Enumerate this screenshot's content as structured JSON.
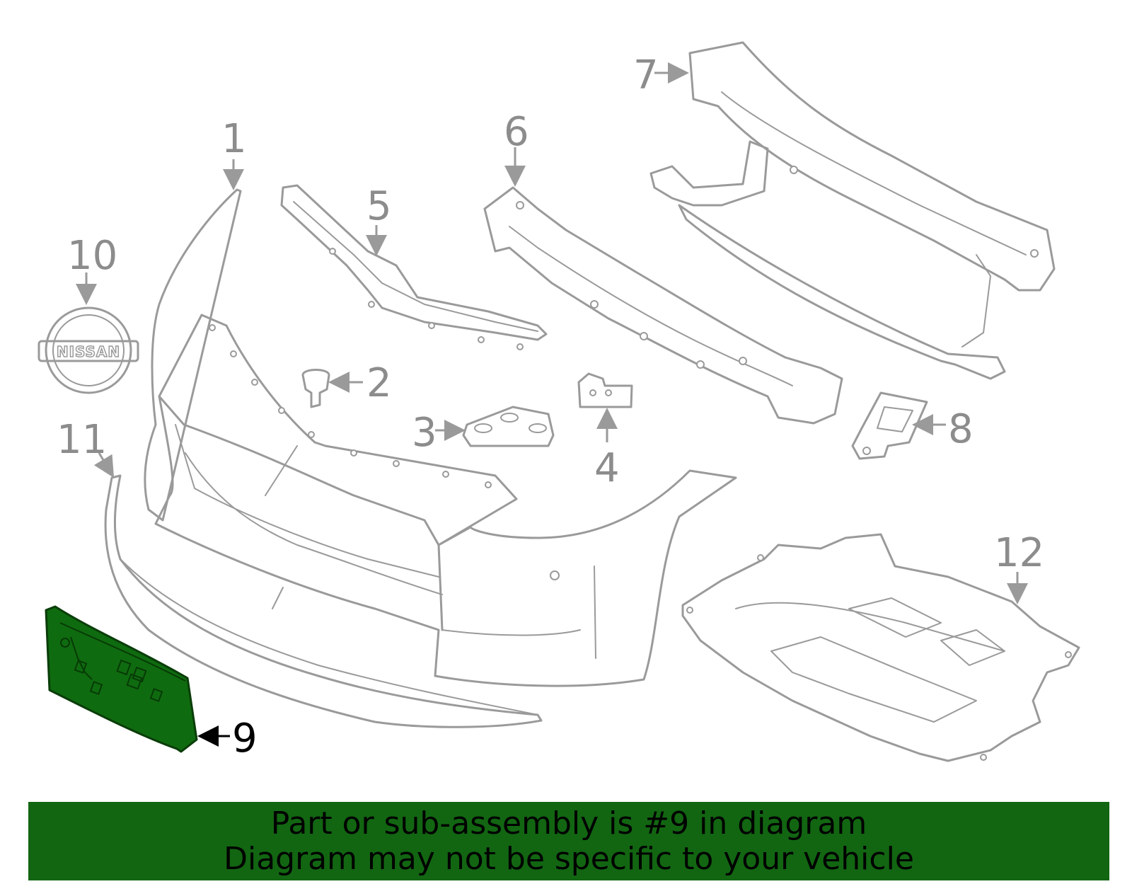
{
  "callouts": {
    "c1": "1",
    "c2": "2",
    "c3": "3",
    "c4": "4",
    "c5": "5",
    "c6": "6",
    "c7": "7",
    "c8": "8",
    "c9": "9",
    "c10": "10",
    "c11": "11",
    "c12": "12"
  },
  "logo_text": "NISSAN",
  "highlight_color": "#0f6b0f",
  "banner": {
    "line1": "Part or sub-assembly is #9 in diagram",
    "line2": "Diagram may not be specific to your vehicle",
    "background": "#126612"
  }
}
